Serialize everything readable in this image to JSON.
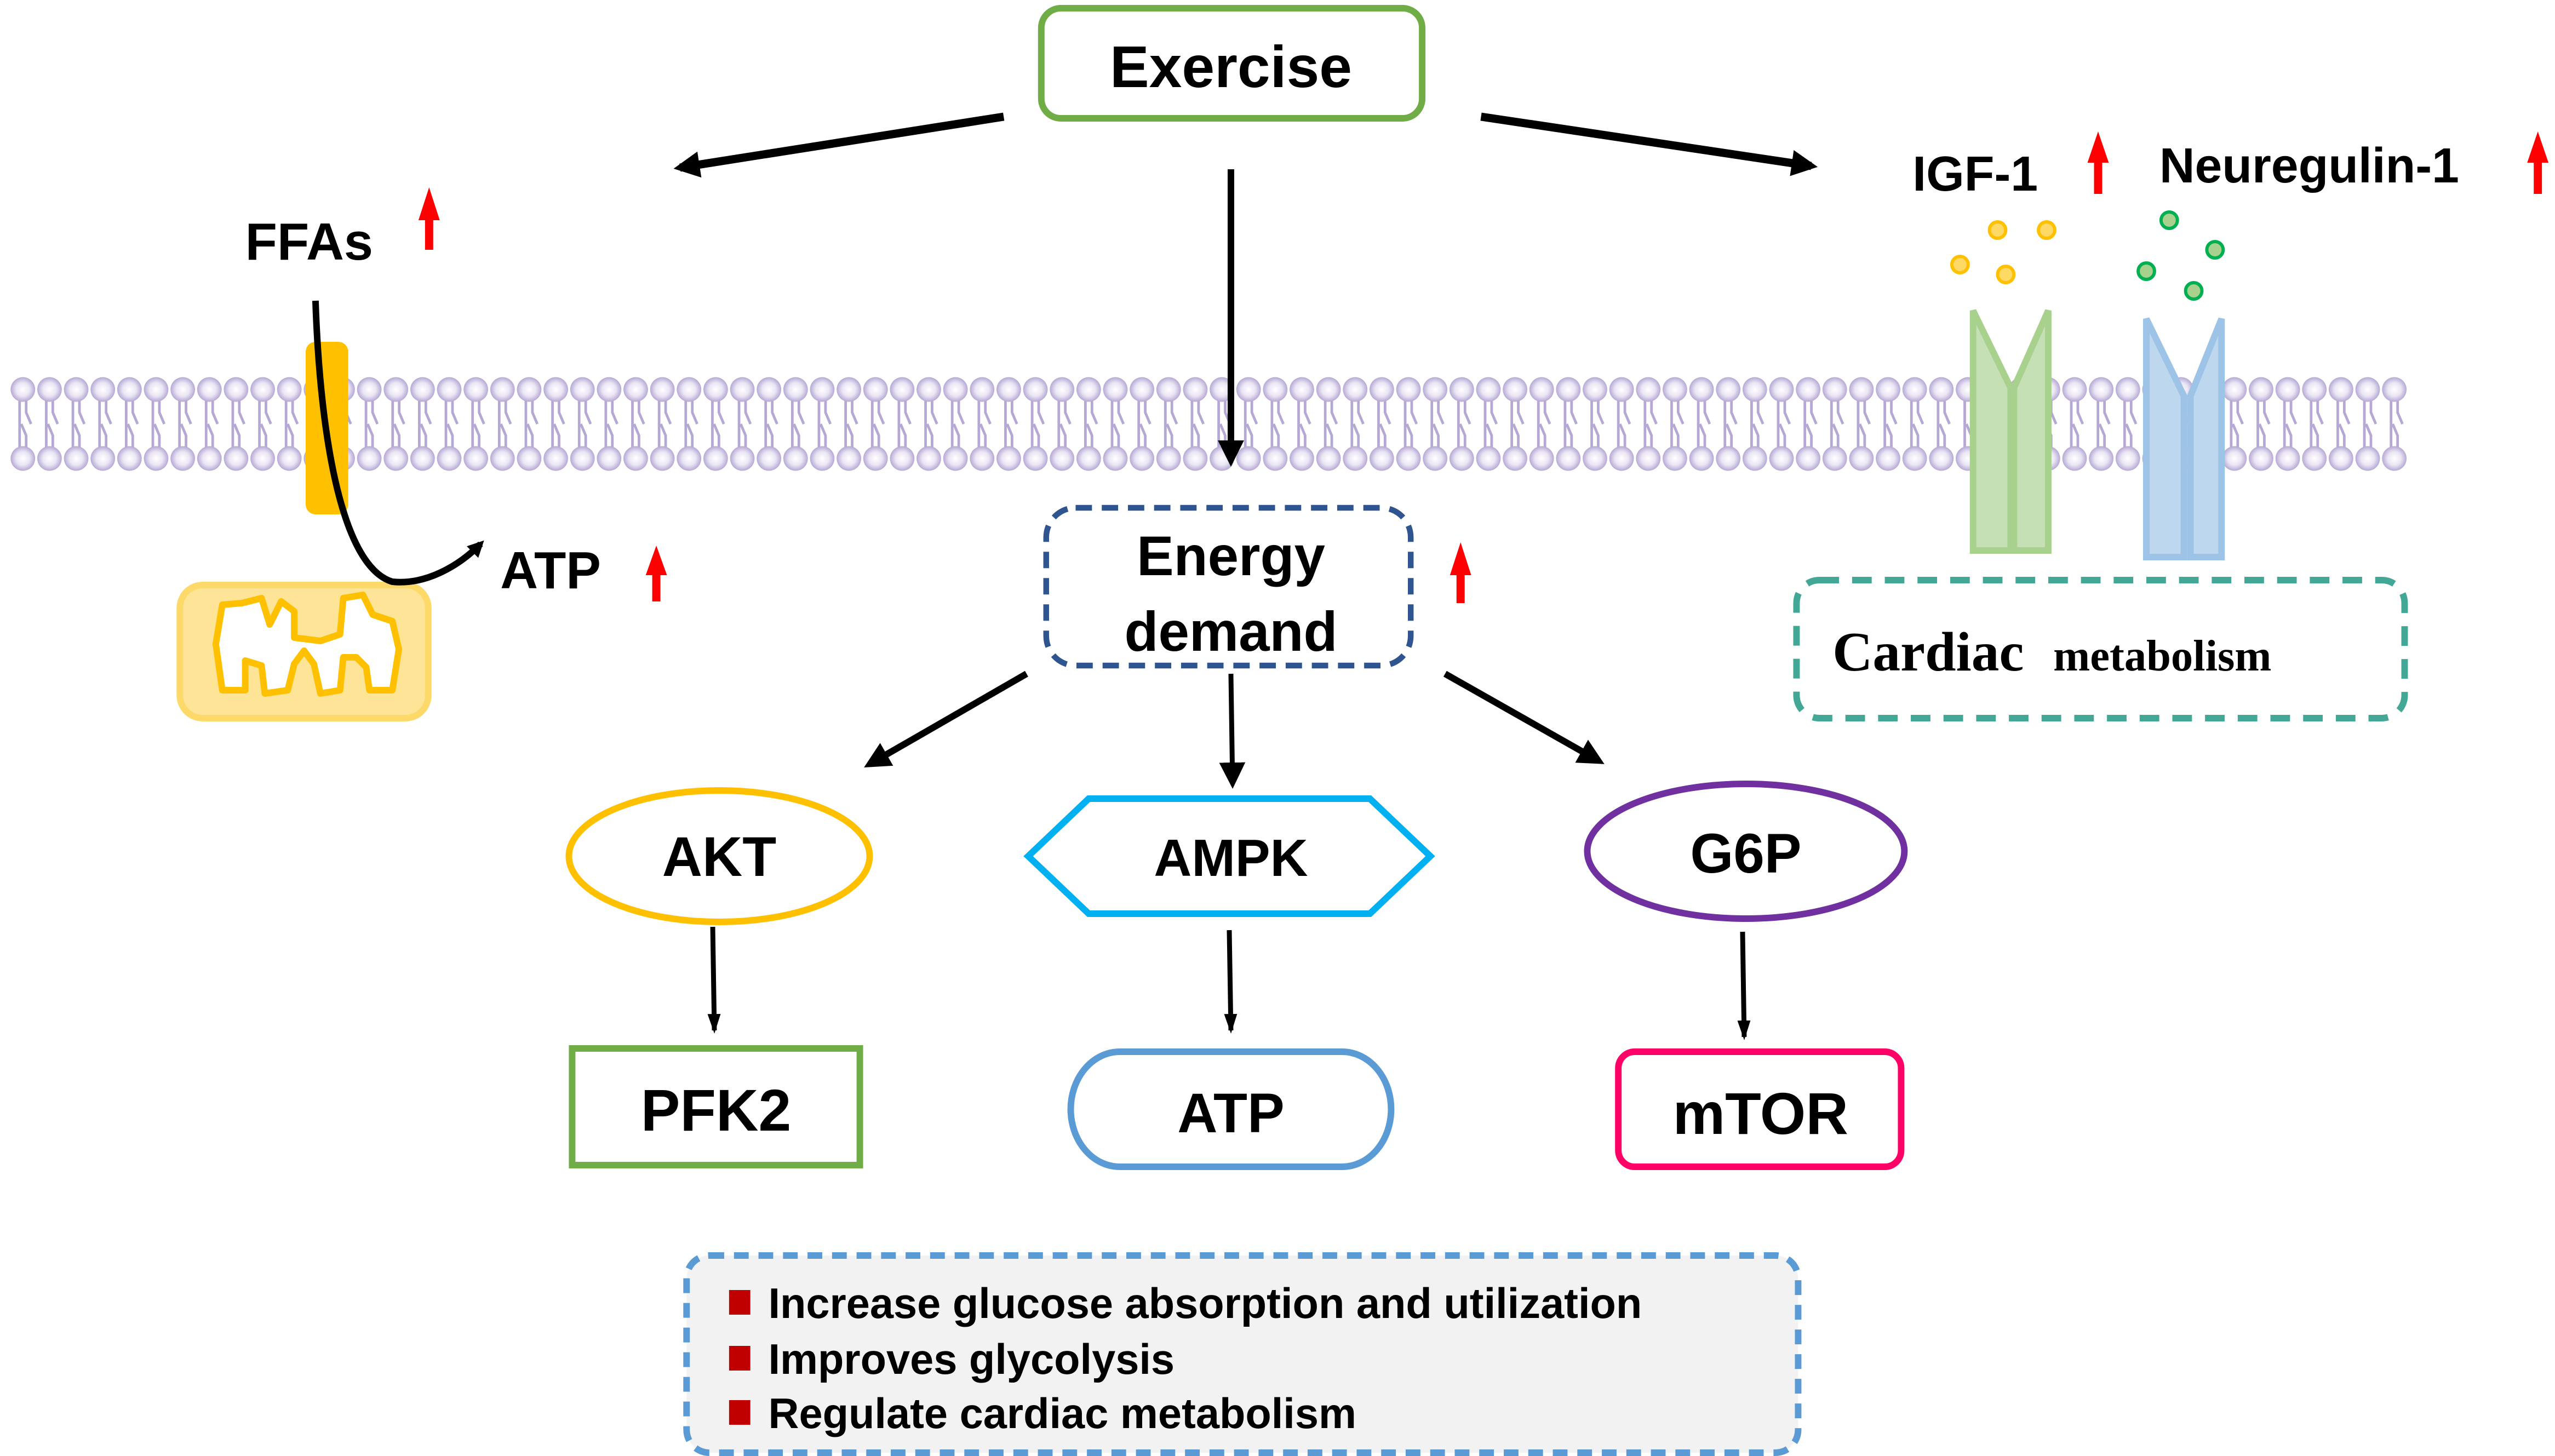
{
  "title": "Exercise-induced cardiac metabolic signaling",
  "colors": {
    "exercise_border": "#70ad47",
    "energy_border": "#2f5590",
    "akt_border": "#ffc000",
    "ampk_border": "#00b0f0",
    "g6p_border": "#7030a0",
    "pfk2_border": "#70ad47",
    "atp_border": "#5b9bd5",
    "mtor_border": "#ff0066",
    "cardiac_border": "#43a795",
    "effects_border": "#5b9bd5",
    "effects_fill": "#f2f2f2",
    "bullet": "#c00000",
    "up_arrow": "#ff0000",
    "membrane": "#b6a8d4",
    "transporter": "#ffc000",
    "mito_fill": "#fde497",
    "mito_line": "#ffc000",
    "igf_receptor": "#a9d18e",
    "nrg_receptor": "#9dc3e6",
    "igf_ligand": "#ffd966",
    "nrg_ligand": "#a9d18e"
  },
  "nodes": {
    "exercise": "Exercise",
    "ffas": "FFAs",
    "atp_left": "ATP",
    "igf1": "IGF-1",
    "neuregulin1": "Neuregulin-1",
    "energy_line1": "Energy",
    "energy_line2": "demand",
    "cardiac": "Cardiac",
    "metabolism": "metabolism",
    "akt": "AKT",
    "ampk": "AMPK",
    "g6p": "G6P",
    "pfk2": "PFK2",
    "atp": "ATP",
    "mtor": "mTOR"
  },
  "upregulated_markers": [
    "FFAs",
    "ATP",
    "Energy demand",
    "IGF-1",
    "Neuregulin-1"
  ],
  "effects": [
    "Increase glucose absorption and utilization",
    "Improves glycolysis",
    "Regulate cardiac metabolism"
  ],
  "icons": {
    "membrane": "lipid-bilayer",
    "transporter": "fatty-acid-transporter",
    "mitochondrion": "mitochondrion",
    "receptor_igf": "igf1-receptor",
    "receptor_nrg": "erbb-receptor",
    "up_arrow": "red-up-arrow"
  }
}
